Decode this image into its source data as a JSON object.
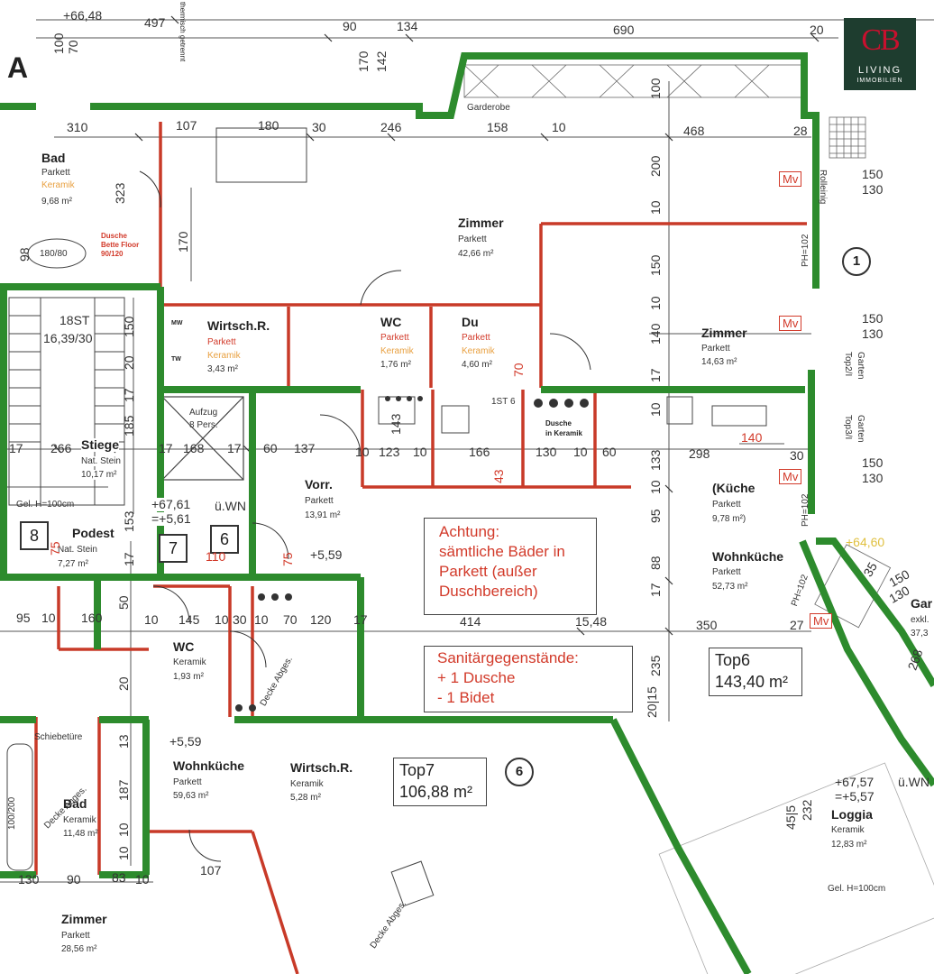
{
  "logo": {
    "initials": "CB",
    "line1": "LIVING",
    "line2": "IMMOBILIEN"
  },
  "rooms": [
    {
      "id": "bad-top",
      "name": "Bad",
      "floor": "Parkett",
      "floor2": "Keramik",
      "area": "9,68 m²"
    },
    {
      "id": "zimmer-42",
      "name": "Zimmer",
      "floor": "Parkett",
      "area": "42,66 m²"
    },
    {
      "id": "zimmer-14",
      "name": "Zimmer",
      "floor": "Parkett",
      "area": "14,63 m²"
    },
    {
      "id": "wirtsch-1",
      "name": "Wirtsch.R.",
      "floor": "Parkett",
      "floor2": "Keramik",
      "area": "3,43 m²"
    },
    {
      "id": "wc-1",
      "name": "WC",
      "floor": "Parkett",
      "floor2": "Keramik",
      "area": "1,76 m²"
    },
    {
      "id": "du",
      "name": "Du",
      "floor": "Parkett",
      "floor2": "Keramik",
      "area": "4,60 m²"
    },
    {
      "id": "stiege",
      "name": "Stiege",
      "floor": "Nat. Stein",
      "area": "10,17 m²"
    },
    {
      "id": "vorr",
      "name": "Vorr.",
      "floor": "Parkett",
      "area": "13,91 m²"
    },
    {
      "id": "kueche",
      "name": "(Küche",
      "floor": "Parkett",
      "area": "9,78 m²)"
    },
    {
      "id": "podest",
      "name": "Podest",
      "floor": "Nat. Stein",
      "area": "7,27 m²"
    },
    {
      "id": "wohnkueche-52",
      "name": "Wohnküche",
      "floor": "Parkett",
      "area": "52,73 m²"
    },
    {
      "id": "wc-2",
      "name": "WC",
      "floor": "Keramik",
      "area": "1,93 m²"
    },
    {
      "id": "wohnkueche-59",
      "name": "Wohnküche",
      "floor": "Parkett",
      "area": "59,63 m²"
    },
    {
      "id": "wirtsch-2",
      "name": "Wirtsch.R.",
      "floor": "Keramik",
      "area": "5,28 m²"
    },
    {
      "id": "bad-bottom",
      "name": "Bad",
      "floor": "Keramik",
      "area": "11,48 m²"
    },
    {
      "id": "zimmer-28",
      "name": "Zimmer",
      "floor": "Parkett",
      "area": "28,56 m²"
    },
    {
      "id": "loggia",
      "name": "Loggia",
      "floor": "Keramik",
      "area": "12,83 m²"
    }
  ],
  "labels": {
    "garderobe": "Garderobe",
    "schiebetuere": "Schiebetüre",
    "aufzug": "Aufzug",
    "aufzug2": "8 Pers.",
    "st18": "18ST",
    "st18v": "16,39/30",
    "st6": "1ST 6",
    "geh": "Gel. H=100cm",
    "geh2": "Gel. H=100cm",
    "dusche1": "Dusche",
    "dusche1b": "Bette Floor",
    "dusche1c": "90/120",
    "dusche2": "Dusche",
    "dusche2b": "in Keramik",
    "decke1": "Decke Abges.",
    "decke2": "Decke Abges.",
    "decke3": "Decke Abges.",
    "rollo": "Rolleinig",
    "garten1": "Garten",
    "garten1b": "Top2/I",
    "garten2": "Garten",
    "garten2b": "Top3/I",
    "gar": "Gar",
    "gar2": "exkl.",
    "gar3": "37,3",
    "thermisch": "thermisch getrennt",
    "wanne": "180/80",
    "wanne2": "100/200",
    "mw": "MW",
    "tw": "TW",
    "plus1": "+67,61",
    "plus1b": "=+5,61",
    "uwn": "ü.WN",
    "plus2": "+5,59",
    "plus3": "+5,59",
    "plus4": "+67,57",
    "plus4b": "=+5,57",
    "uwn2": "ü.WN",
    "plus5": "+64,60",
    "plus0": "+66,48",
    "mark_a": "A",
    "ph1": "PH=102",
    "ph2": "PH=102",
    "ph3": "PH=102"
  },
  "notes": {
    "achtung": [
      "Achtung:",
      "sämtliche Bäder in",
      "Parkett (außer",
      "Duschbereich)"
    ],
    "sanitaer": [
      "Sanitärgegenstände:",
      "+ 1 Dusche",
      "- 1 Bidet"
    ]
  },
  "tops": [
    {
      "id": "top6",
      "name": "Top6",
      "area": "143,40 m²"
    },
    {
      "id": "top7",
      "name": "Top7",
      "area": "106,88 m²"
    }
  ],
  "markers": {
    "c1": "1",
    "c6": "6",
    "s8": "8",
    "s7": "7",
    "s6": "6"
  },
  "mv": [
    "Mv",
    "Mv",
    "Mv",
    "Mv"
  ],
  "dims": {
    "d497": "497",
    "d90": "90",
    "d134": "134",
    "d690": "690",
    "d20": "20",
    "d310": "310",
    "d107": "107",
    "d180": "180",
    "d30": "30",
    "d246": "246",
    "d158": "158",
    "d10": "10",
    "d468": "468",
    "d28": "28",
    "d150a": "150",
    "d130a": "130",
    "d150b": "150",
    "d130b": "130",
    "d150c": "150",
    "d130c": "130",
    "d150d": "150",
    "d130d": "130",
    "d170a": "170",
    "d142": "142",
    "d100a": "100",
    "d200": "200",
    "d10a": "10",
    "d150e": "150",
    "d10b": "10",
    "d140": "140",
    "d17a": "17",
    "d10c": "10",
    "d30b": "30",
    "d133": "133",
    "d95": "95",
    "d10d": "10",
    "d17b": "17",
    "d88": "88",
    "d235": "235",
    "d2015": "20|15",
    "d323": "323",
    "d170b": "170",
    "d98": "98",
    "d150f": "150",
    "d20b": "20",
    "d17c": "17",
    "d185": "185",
    "d17d": "17",
    "d266": "266",
    "d17e": "17",
    "d168": "168",
    "d17f": "17",
    "d60": "60",
    "d137": "137",
    "d10e": "10",
    "d123": "123",
    "d10f": "10",
    "d166": "166",
    "d130e": "130",
    "d10g": "10",
    "d60b": "60",
    "d298": "298",
    "d140b": "140",
    "d143": "143",
    "d43": "43",
    "d70a": "70",
    "d75a": "75",
    "d110": "110",
    "d75b": "75",
    "d153": "153",
    "d17g": "17",
    "d95b": "95",
    "d10h": "10",
    "d160": "160",
    "d10i": "10",
    "d145": "145",
    "d10j": "10",
    "d30c": "30",
    "d10k": "10",
    "d70b": "70",
    "d120": "120",
    "d17h": "17",
    "d414": "414",
    "d1548": "15,48",
    "d350": "350",
    "d27": "27",
    "d50": "50",
    "d20c": "20",
    "d13": "13",
    "d187": "187",
    "d10l": "10",
    "d10m": "10",
    "d130f": "130",
    "d90b": "90",
    "d83": "83",
    "d10n": "10",
    "d107b": "107",
    "d35": "35",
    "d150g": "150",
    "d130g": "130",
    "d268": "268",
    "d455": "45|5",
    "d232": "232",
    "d100b": "100",
    "d70c": "70"
  }
}
